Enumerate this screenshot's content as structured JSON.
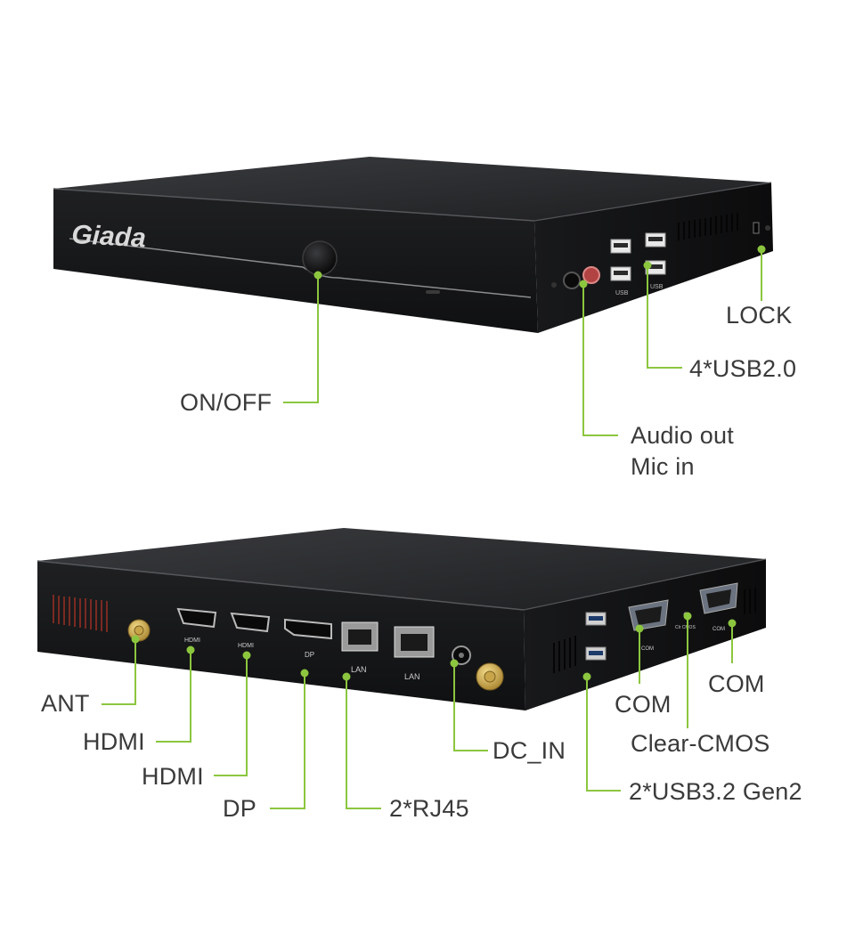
{
  "brand": "Giada",
  "colors": {
    "leader": "#8cc63f",
    "chassis_top": "#2a2b2d",
    "chassis_front": "#161719",
    "label_text": "#3a3a3a"
  },
  "front_view": {
    "labels": {
      "on_off": "ON/OFF",
      "lock": "LOCK",
      "usb": "4*USB2.0",
      "audio_line1": "Audio out",
      "audio_line2": "Mic in"
    },
    "panel_text": {
      "usb_a": "USB",
      "usb_b": "USB"
    }
  },
  "rear_view": {
    "labels": {
      "ant": "ANT",
      "hdmi_1": "HDMI",
      "hdmi_2": "HDMI",
      "dp": "DP",
      "rj45": "2*RJ45",
      "dc_in": "DC_IN",
      "com_1": "COM",
      "com_2": "COM",
      "clear_cmos": "Clear-CMOS",
      "usb32": "2*USB3.2 Gen2"
    },
    "panel_text": {
      "hdmi_a": "HDMI",
      "hdmi_b": "HDMI",
      "dp": "DP",
      "lan_a": "LAN",
      "lan_b": "LAN",
      "com_a": "COM",
      "com_b": "COM",
      "clr": "Clr CMOS"
    }
  }
}
